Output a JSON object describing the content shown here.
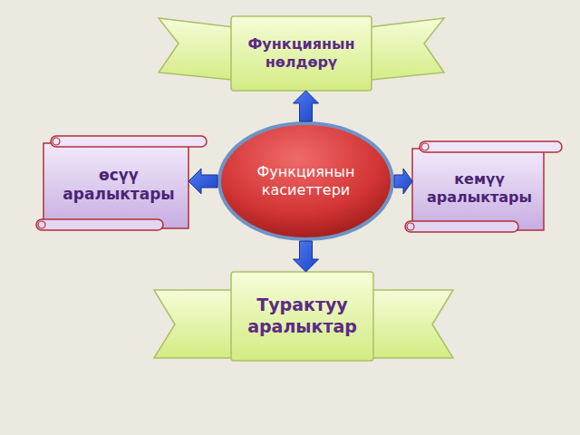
{
  "diagram": {
    "nodes": [
      {
        "text": [
          "Функциянын нөлдөрү"
        ]
      },
      {
        "text": [
          "өсүү аралыктары"
        ]
      },
      {
        "text": [
          "Функциянын касиеттери"
        ]
      },
      {
        "text": [
          "кемүү аралыктары"
        ]
      },
      {
        "text": [
          "Турактуу аралыктар"
        ]
      }
    ],
    "edges": [
      {
        "from": 2,
        "to": 0,
        "arrow": "to"
      },
      {
        "from": 2,
        "to": 1,
        "arrow": "to"
      },
      {
        "from": 2,
        "to": 3,
        "arrow": "to"
      },
      {
        "from": 2,
        "to": 4,
        "arrow": "to"
      }
    ]
  }
}
